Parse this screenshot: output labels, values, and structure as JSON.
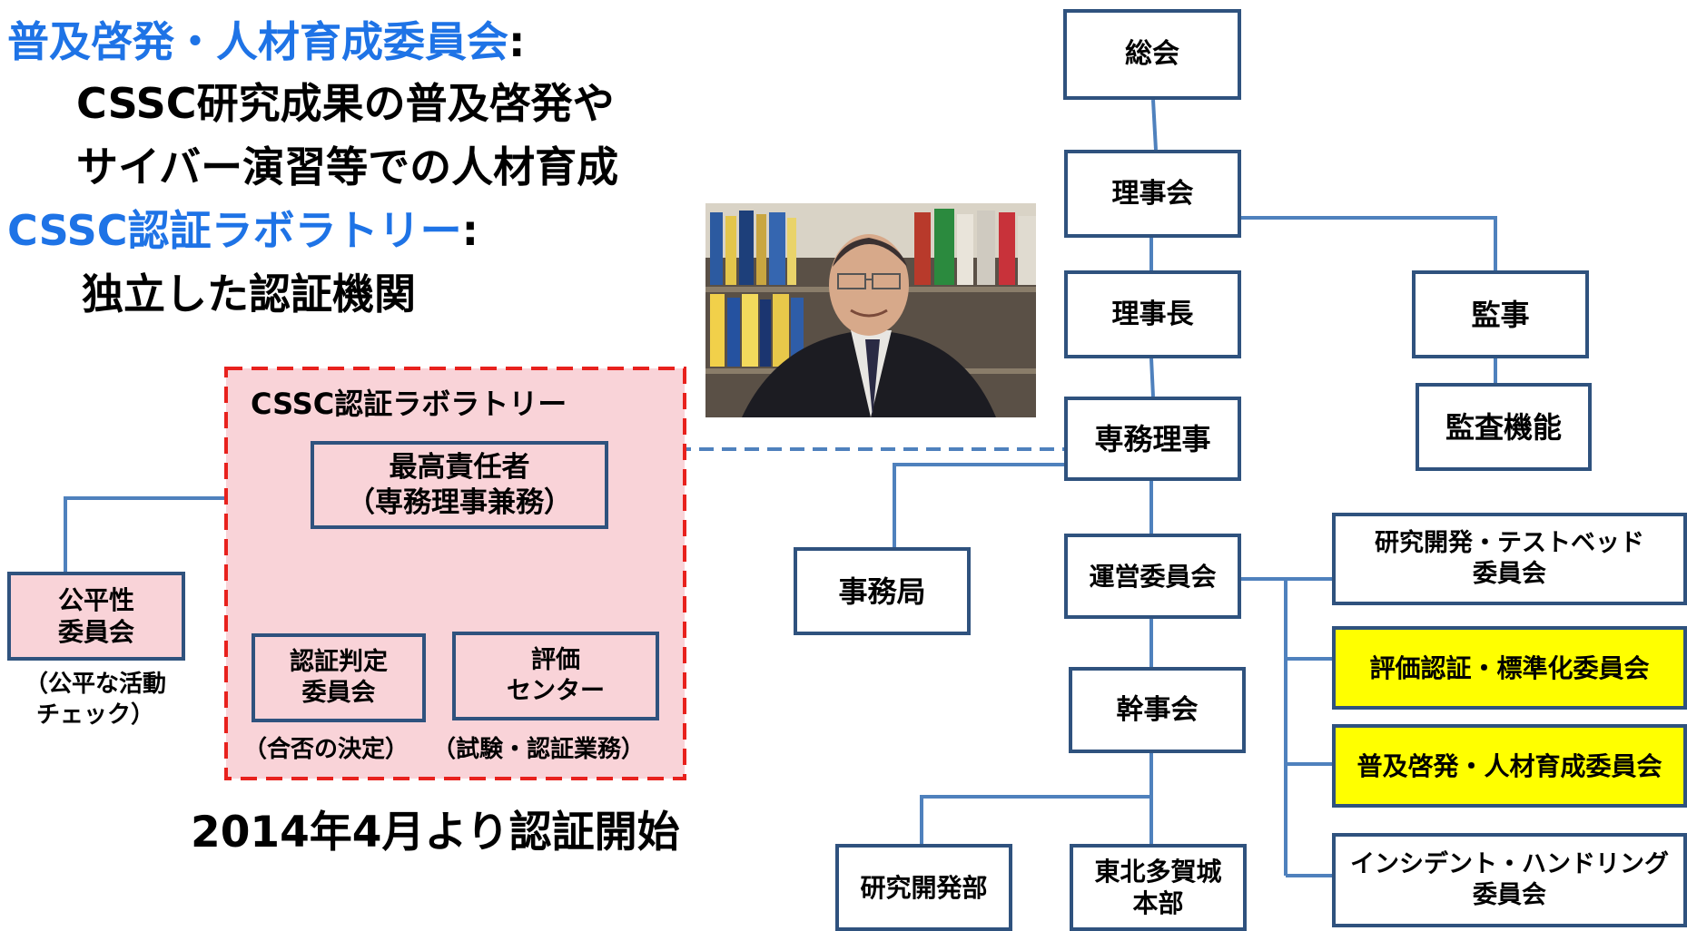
{
  "intro": {
    "heading1": "普及啓発・人材育成委員会",
    "heading1_colon": ":",
    "desc1_line1": "CSSC研究成果の普及啓発や",
    "desc1_line2": "サイバー演習等での人材育成",
    "heading2": "CSSC認証ラボラトリー",
    "heading2_colon": ":",
    "desc2": "独立した認証機関"
  },
  "photo": {
    "icon": "person-photo"
  },
  "lab": {
    "title": "CSSC認証ラボラトリー",
    "chief": "最高責任者\n（専務理事兼務）",
    "judge": "認証判定\n委員会",
    "judge_note": "（合否の決定）",
    "eval": "評価\nセンター",
    "eval_note": "（試験・認証業務）",
    "fairness": "公平性\n委員会",
    "fairness_note": "（公平な活動\nチェック）",
    "start": "2014年4月より認証開始"
  },
  "org": {
    "general_meeting": "総会",
    "board": "理事会",
    "chairman": "理事長",
    "auditor": "監事",
    "audit_function": "監査機能",
    "executive_director": "専務理事",
    "secretariat": "事務局",
    "steering_committee": "運営委員会",
    "rnd_testbed": "研究開発・テストベッド\n委員会",
    "eval_cert": "評価認証・標準化委員会",
    "awareness": "普及啓発・人材育成委員会",
    "incident": "インシデント・ハンドリング\n委員会",
    "executive_council": "幹事会",
    "rnd_dept": "研究開発部",
    "tohoku": "東北多賀城\n本部"
  },
  "colors": {
    "heading_blue": "#1e73e6",
    "box_border": "#2f527e",
    "connector": "#4f81bd",
    "dash_red": "#e8211d",
    "pink": "#f9d3d8",
    "highlight": "#ffff00"
  }
}
